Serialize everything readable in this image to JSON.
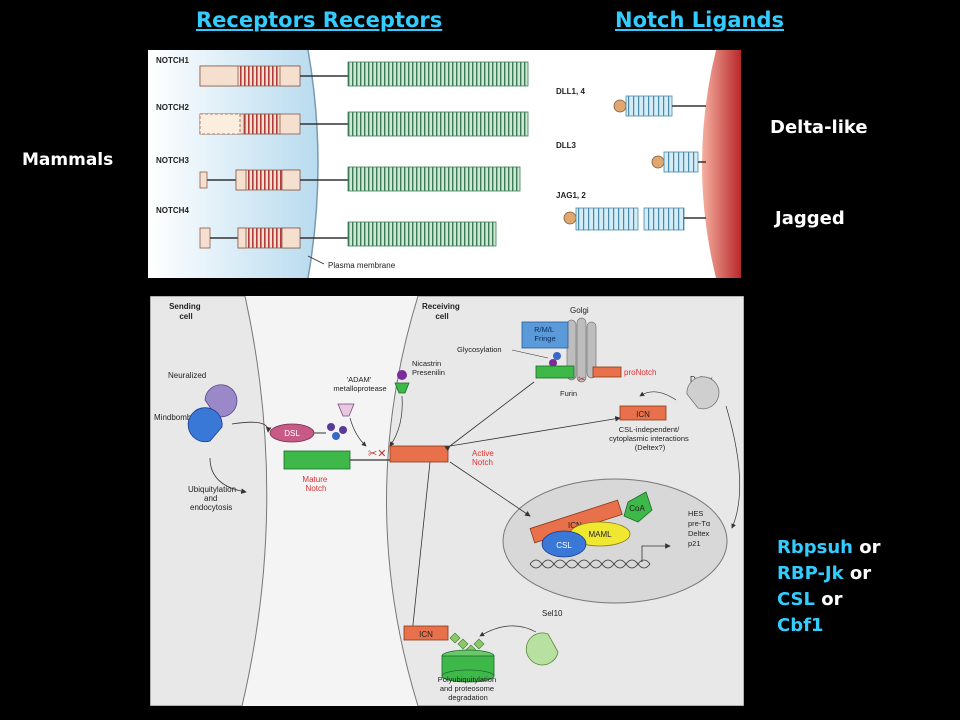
{
  "headings": {
    "receptors": "Receptors Receptors",
    "ligands": "Notch Ligands"
  },
  "side_labels": {
    "mammals": "Mammals",
    "delta_like": "Delta-like",
    "jagged": "Jagged",
    "csl_names": [
      {
        "name": "Rbpsuh",
        "suffix": " or"
      },
      {
        "name": "RBP-Jk",
        "suffix": " or"
      },
      {
        "name": "CSL",
        "suffix": " or"
      },
      {
        "name": "Cbf1",
        "suffix": ""
      }
    ]
  },
  "top_panel": {
    "receptors": [
      "NOTCH1",
      "NOTCH2",
      "NOTCH3",
      "NOTCH4"
    ],
    "ligands": [
      "DLL1, 4",
      "DLL3",
      "JAG1, 2"
    ],
    "membrane_label": "Plasma membrane"
  },
  "bottom_panel": {
    "sending_cell": "Sending\ncell",
    "receiving_cell": "Receiving\ncell",
    "golgi": "Golgi",
    "fringe": "R/M/L\nFringe",
    "glycosylation": "Glycosylation",
    "furin": "Furin",
    "pronotch": "proNotch",
    "neuralized": "Neuralized",
    "mindbomb": "Mindbomb",
    "adam": "'ADAM'\nmetalloprotease",
    "nicastrin": "Nicastrin\nPresenilin",
    "dsl": "DSL",
    "mature_notch": "Mature\nNotch",
    "active_notch": "Active\nNotch",
    "ubiquitylation": "Ubiquitylation\nand\nendocytosis",
    "icn": "ICN",
    "csl_independent": "CSL-independent/\ncytoplasmic interactions\n(Deltex?)",
    "deltex": "Deltex",
    "coa": "CoA",
    "maml": "MAML",
    "csl": "CSL",
    "targets": "HES\npre-Tα\nDeltex\np21",
    "sel10": "Sel10",
    "degradation": "Polyubiquitylation\nand proteosome\ndegradation"
  },
  "colors": {
    "heading": "#33ccff",
    "ecd_green": "#5aa37a",
    "ligand_blue": "#a8d8e8",
    "stripe_red": "#c04a4a",
    "icn_orange": "#e8704a",
    "label_red": "#e03030"
  }
}
